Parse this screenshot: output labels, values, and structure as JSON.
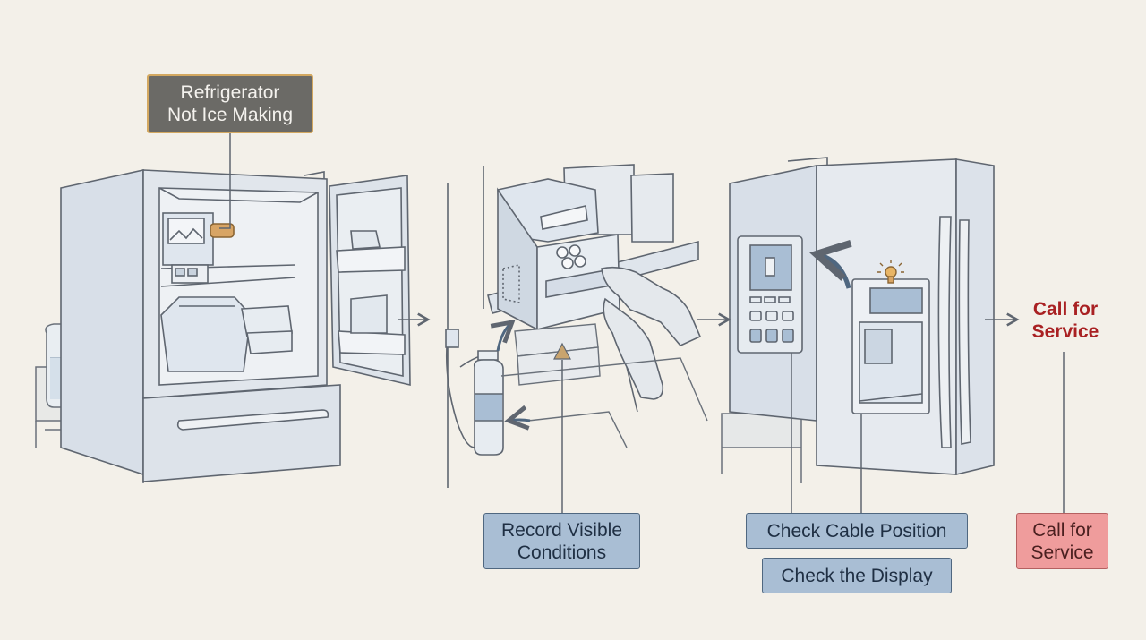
{
  "labels": {
    "start": "Refrigerator\nNot Ice Making",
    "record": "Record Visible\nConditions",
    "cable": "Check Cable Position",
    "display": "Check the Display",
    "call_callout": "Call for\nService",
    "call_box": "Call for\nService"
  },
  "icons": [
    "pitcher-icon",
    "refrigerator-icon",
    "ice-maker-icon",
    "water-filter-icon",
    "gloved-hand-icon",
    "control-panel-icon",
    "water-dispenser-icon",
    "light-bulb-icon"
  ],
  "colors": {
    "background": "#f3f0e9",
    "line": "#5f6670",
    "appliance_fill": "#d8dfe8",
    "start_fill": "#6b6a66",
    "start_border": "#d3a860",
    "step_fill": "#a9bed4",
    "service_fill": "#ef9c9c",
    "service_text": "#a92123"
  }
}
